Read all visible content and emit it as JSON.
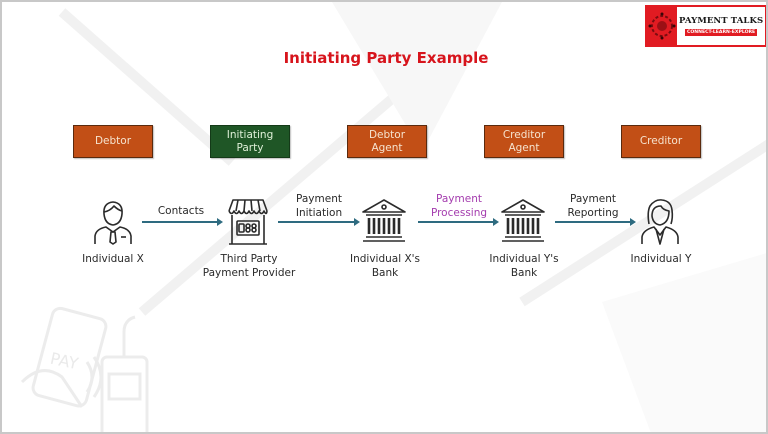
{
  "logo": {
    "brand": "PAYMENT TALKS",
    "tagline": "CONNECT-LEARN-EXPLORE",
    "brand_color": "#e11b22"
  },
  "title": "Initiating Party Example",
  "colors": {
    "title": "#d7141c",
    "role_box_orange": "#c24f16",
    "role_box_green": "#1f5626",
    "arrow": "#2e6b80",
    "highlight_label": "#a43cae"
  },
  "roles": [
    {
      "label": "Debtor",
      "color": "orange"
    },
    {
      "label": "Initiating Party",
      "color": "green"
    },
    {
      "label": "Debtor Agent",
      "color": "orange"
    },
    {
      "label": "Creditor Agent",
      "color": "orange"
    },
    {
      "label": "Creditor",
      "color": "orange"
    }
  ],
  "nodes": [
    {
      "label": "Individual X",
      "icon": "businessman-icon"
    },
    {
      "label": "Third Party Payment Provider",
      "icon": "storefront-icon"
    },
    {
      "label": "Individual X's Bank",
      "icon": "bank-icon"
    },
    {
      "label": "Individual Y's Bank",
      "icon": "bank-icon"
    },
    {
      "label": "Individual Y",
      "icon": "businesswoman-icon"
    }
  ],
  "flows": [
    {
      "label": "Contacts",
      "from": "Individual X",
      "to": "Third Party Payment Provider",
      "highlight": false
    },
    {
      "label": "Payment Initiation",
      "from": "Third Party Payment Provider",
      "to": "Individual X's Bank",
      "highlight": false
    },
    {
      "label": "Payment Processing",
      "from": "Individual X's Bank",
      "to": "Individual Y's Bank",
      "highlight": true
    },
    {
      "label": "Payment Reporting",
      "from": "Individual Y's Bank",
      "to": "Individual Y",
      "highlight": false
    }
  ],
  "text": {
    "role_0": "Debtor",
    "role_1_line1": "Initiating",
    "role_1_line2": "Party",
    "role_2_line1": "Debtor",
    "role_2_line2": "Agent",
    "role_3_line1": "Creditor",
    "role_3_line2": "Agent",
    "role_4": "Creditor",
    "node_0": "Individual X",
    "node_1_line1": "Third Party",
    "node_1_line2": "Payment Provider",
    "node_2_line1": "Individual X's",
    "node_2_line2": "Bank",
    "node_3_line1": "Individual Y's",
    "node_3_line2": "Bank",
    "node_4": "Individual Y",
    "flow_0": "Contacts",
    "flow_1_line1": "Payment",
    "flow_1_line2": "Initiation",
    "flow_2_line1": "Payment",
    "flow_2_line2": "Processing",
    "flow_3_line1": "Payment",
    "flow_3_line2": "Reporting",
    "watermark_pay": "PAY"
  }
}
